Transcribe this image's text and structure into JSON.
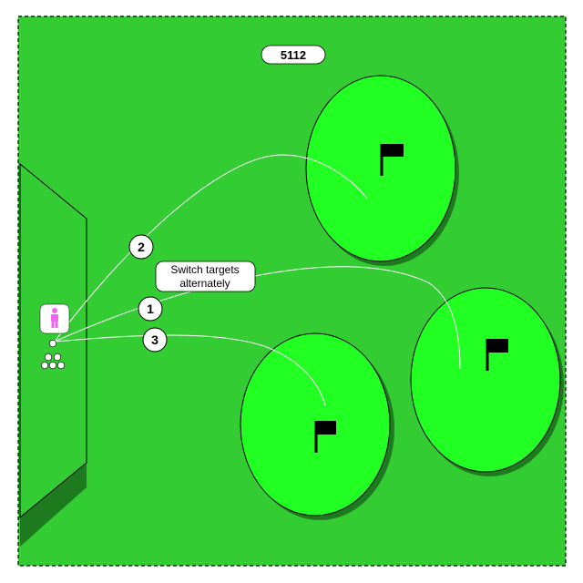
{
  "drill": {
    "id_label": "5112",
    "instruction": {
      "line1": "Switch targets",
      "line2": "alternately"
    },
    "steps": [
      {
        "number": "1"
      },
      {
        "number": "2"
      },
      {
        "number": "3"
      }
    ],
    "targets": [
      {
        "name": "target-green-top",
        "icon": "flag-icon"
      },
      {
        "name": "target-green-right",
        "icon": "flag-icon"
      },
      {
        "name": "target-green-bottom",
        "icon": "flag-icon"
      }
    ],
    "player_icon": "person-icon",
    "ball_icon": "ball-icon",
    "colors": {
      "field": "#33cc33",
      "green": "#22ff22",
      "shadow": "#1e7a1e",
      "player": "#ee66ee",
      "flag": "#000000",
      "shot_line": "#ffffff"
    }
  }
}
